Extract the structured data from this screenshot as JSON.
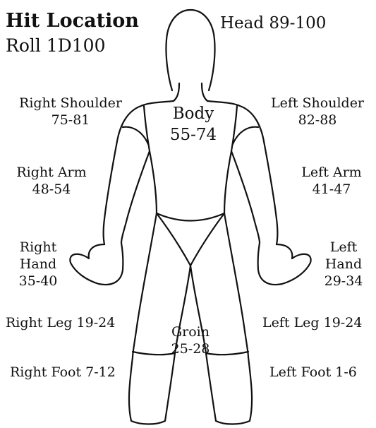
{
  "title": "Hit Location",
  "subtitle": "Roll 1D100",
  "regions": {
    "head": {
      "name": "Head 89-100",
      "range": ""
    },
    "body": {
      "name": "Body",
      "range": "55-74"
    },
    "right_shoulder": {
      "name": "Right Shoulder",
      "range": "75-81"
    },
    "left_shoulder": {
      "name": "Left Shoulder",
      "range": "82-88"
    },
    "right_arm": {
      "name": "Right Arm",
      "range": "48-54"
    },
    "left_arm": {
      "name": "Left Arm",
      "range": "41-47"
    },
    "right_hand": {
      "name1": "Right",
      "name2": "Hand",
      "range": "35-40"
    },
    "left_hand": {
      "name1": "Left",
      "name2": "Hand",
      "range": "29-34"
    },
    "right_leg": {
      "name": "Right Leg 19-24"
    },
    "left_leg": {
      "name": "Left Leg 19-24"
    },
    "groin": {
      "name": "Groin",
      "range": "25-28"
    },
    "right_foot": {
      "name": "Right Foot 7-12"
    },
    "left_foot": {
      "name": "Left Foot 1-6"
    }
  }
}
